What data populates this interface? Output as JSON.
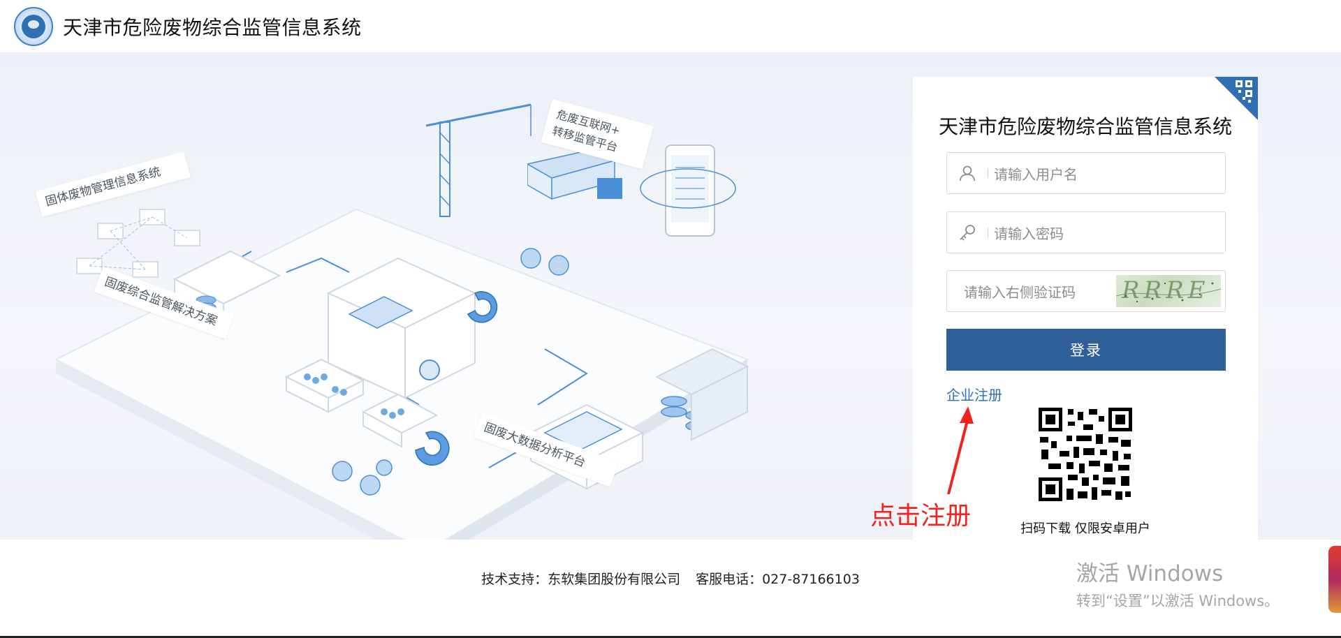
{
  "header": {
    "title": "天津市危险废物综合监管信息系统"
  },
  "illustration": {
    "labels": {
      "solid_waste_system": "固体废物管理信息系统",
      "hazardous_internet": "危废互联网+",
      "transfer_platform": "转移监管平台",
      "solution": "固废综合监管解决方案",
      "big_data": "固废大数据分析平台"
    }
  },
  "login": {
    "title": "天津市危险废物综合监管信息系统",
    "username_placeholder": "请输入用户名",
    "password_placeholder": "请输入密码",
    "captcha_placeholder": "请输入右侧验证码",
    "captcha_text": "RRRE",
    "login_button": "登录",
    "register_link": "企业注册",
    "qr_caption": "扫码下载 仅限安卓用户"
  },
  "annotation": {
    "text": "点击注册",
    "color": "#f2231c"
  },
  "footer": {
    "support": "技术支持：东软集团股份有限公司",
    "phone": "客服电话：027-87166103"
  },
  "watermark": {
    "title": "激活 Windows",
    "subtitle": "转到“设置”以激活 Windows。"
  },
  "colors": {
    "primary_button": "#2f5f98",
    "link": "#2f6fb3",
    "hero_bg": "#edf1f7"
  }
}
